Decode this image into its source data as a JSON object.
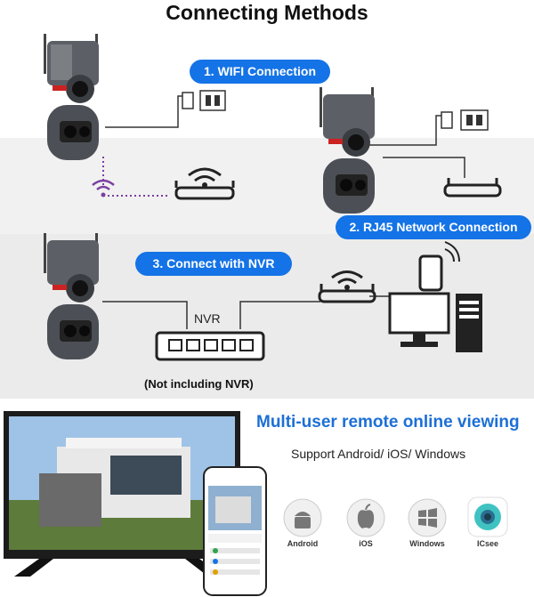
{
  "title": "Connecting Methods",
  "methods": [
    {
      "label": "1. WIFI Connection"
    },
    {
      "label": "2. RJ45 Network Connection"
    },
    {
      "label": "3. Connect with NVR"
    }
  ],
  "nvr": {
    "label": "NVR",
    "note": "(Not including NVR)"
  },
  "viewing": {
    "headline": "Multi-user remote online viewing",
    "support": "Support Android/ iOS/ Windows"
  },
  "platforms": [
    {
      "label": "Android",
      "icon": "android-icon"
    },
    {
      "label": "iOS",
      "icon": "apple-icon"
    },
    {
      "label": "Windows",
      "icon": "windows-icon"
    },
    {
      "label": "ICsee",
      "icon": "icsee-app-icon"
    }
  ],
  "colors": {
    "accent": "#1473e6",
    "headline": "#1c6fd6",
    "wifi_dotted": "#7b3fa0"
  }
}
